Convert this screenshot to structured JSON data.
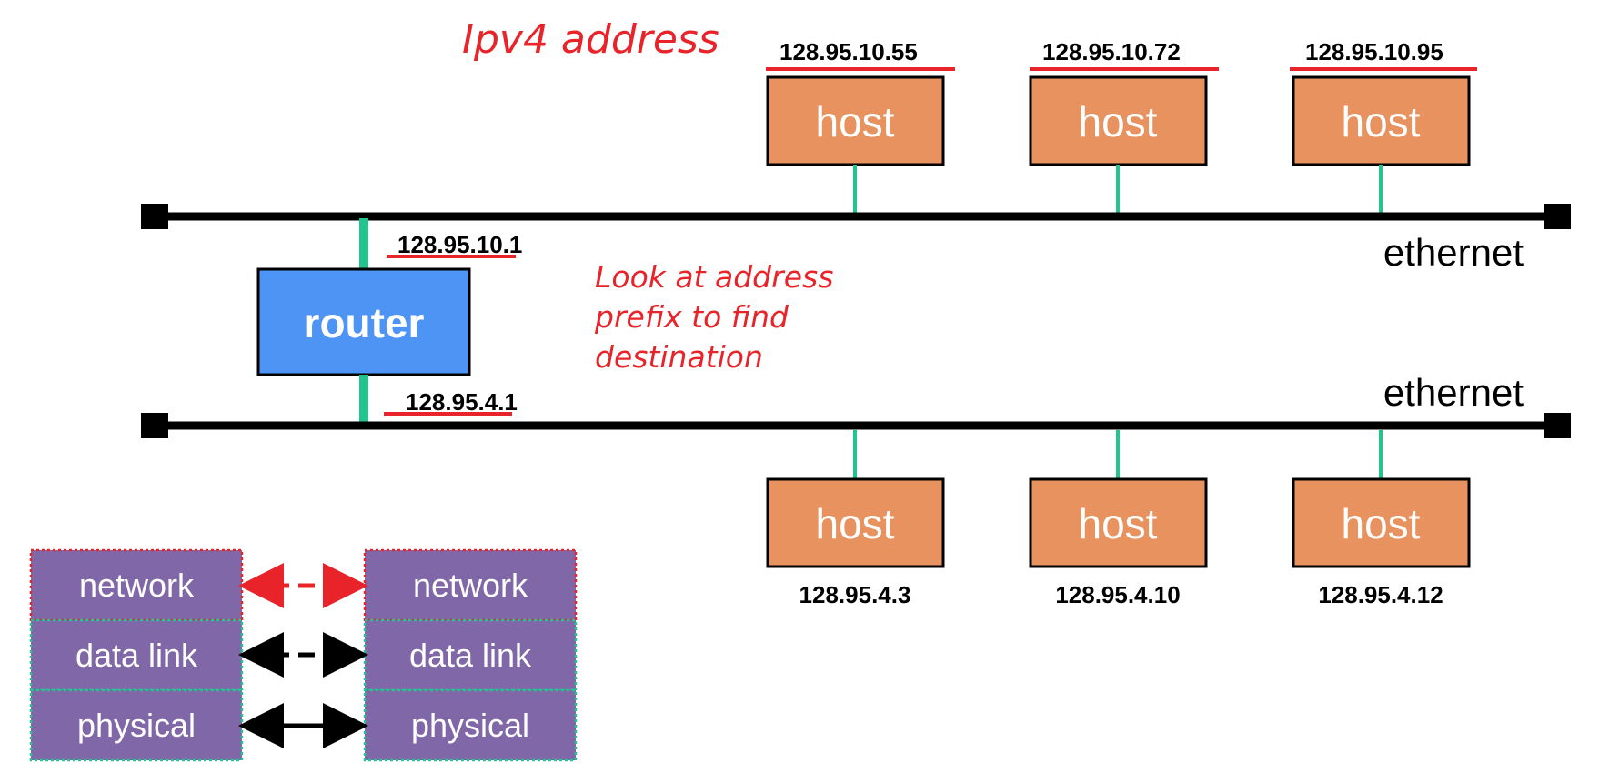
{
  "annotations": {
    "title": "Ipv4 address",
    "note_line1": "Look at address",
    "note_line2": "prefix to find",
    "note_line3": "destination"
  },
  "top_network": {
    "label": "ethernet",
    "router_interface": "128.95.10.1",
    "hosts": [
      {
        "label": "host",
        "address": "128.95.10.55"
      },
      {
        "label": "host",
        "address": "128.95.10.72"
      },
      {
        "label": "host",
        "address": "128.95.10.95"
      }
    ]
  },
  "bottom_network": {
    "label": "ethernet",
    "router_interface": "128.95.4.1",
    "hosts": [
      {
        "label": "host",
        "address": "128.95.4.3"
      },
      {
        "label": "host",
        "address": "128.95.4.10"
      },
      {
        "label": "host",
        "address": "128.95.4.12"
      }
    ]
  },
  "router": {
    "label": "router"
  },
  "layers": {
    "left": [
      "network",
      "data link",
      "physical"
    ],
    "right": [
      "network",
      "data link",
      "physical"
    ]
  },
  "colors": {
    "host_fill": "#e8935f",
    "router_fill": "#4d94f5",
    "layer_fill": "#8068a8",
    "link_green": "#22c48f",
    "highlight_red": "#e8242a"
  }
}
